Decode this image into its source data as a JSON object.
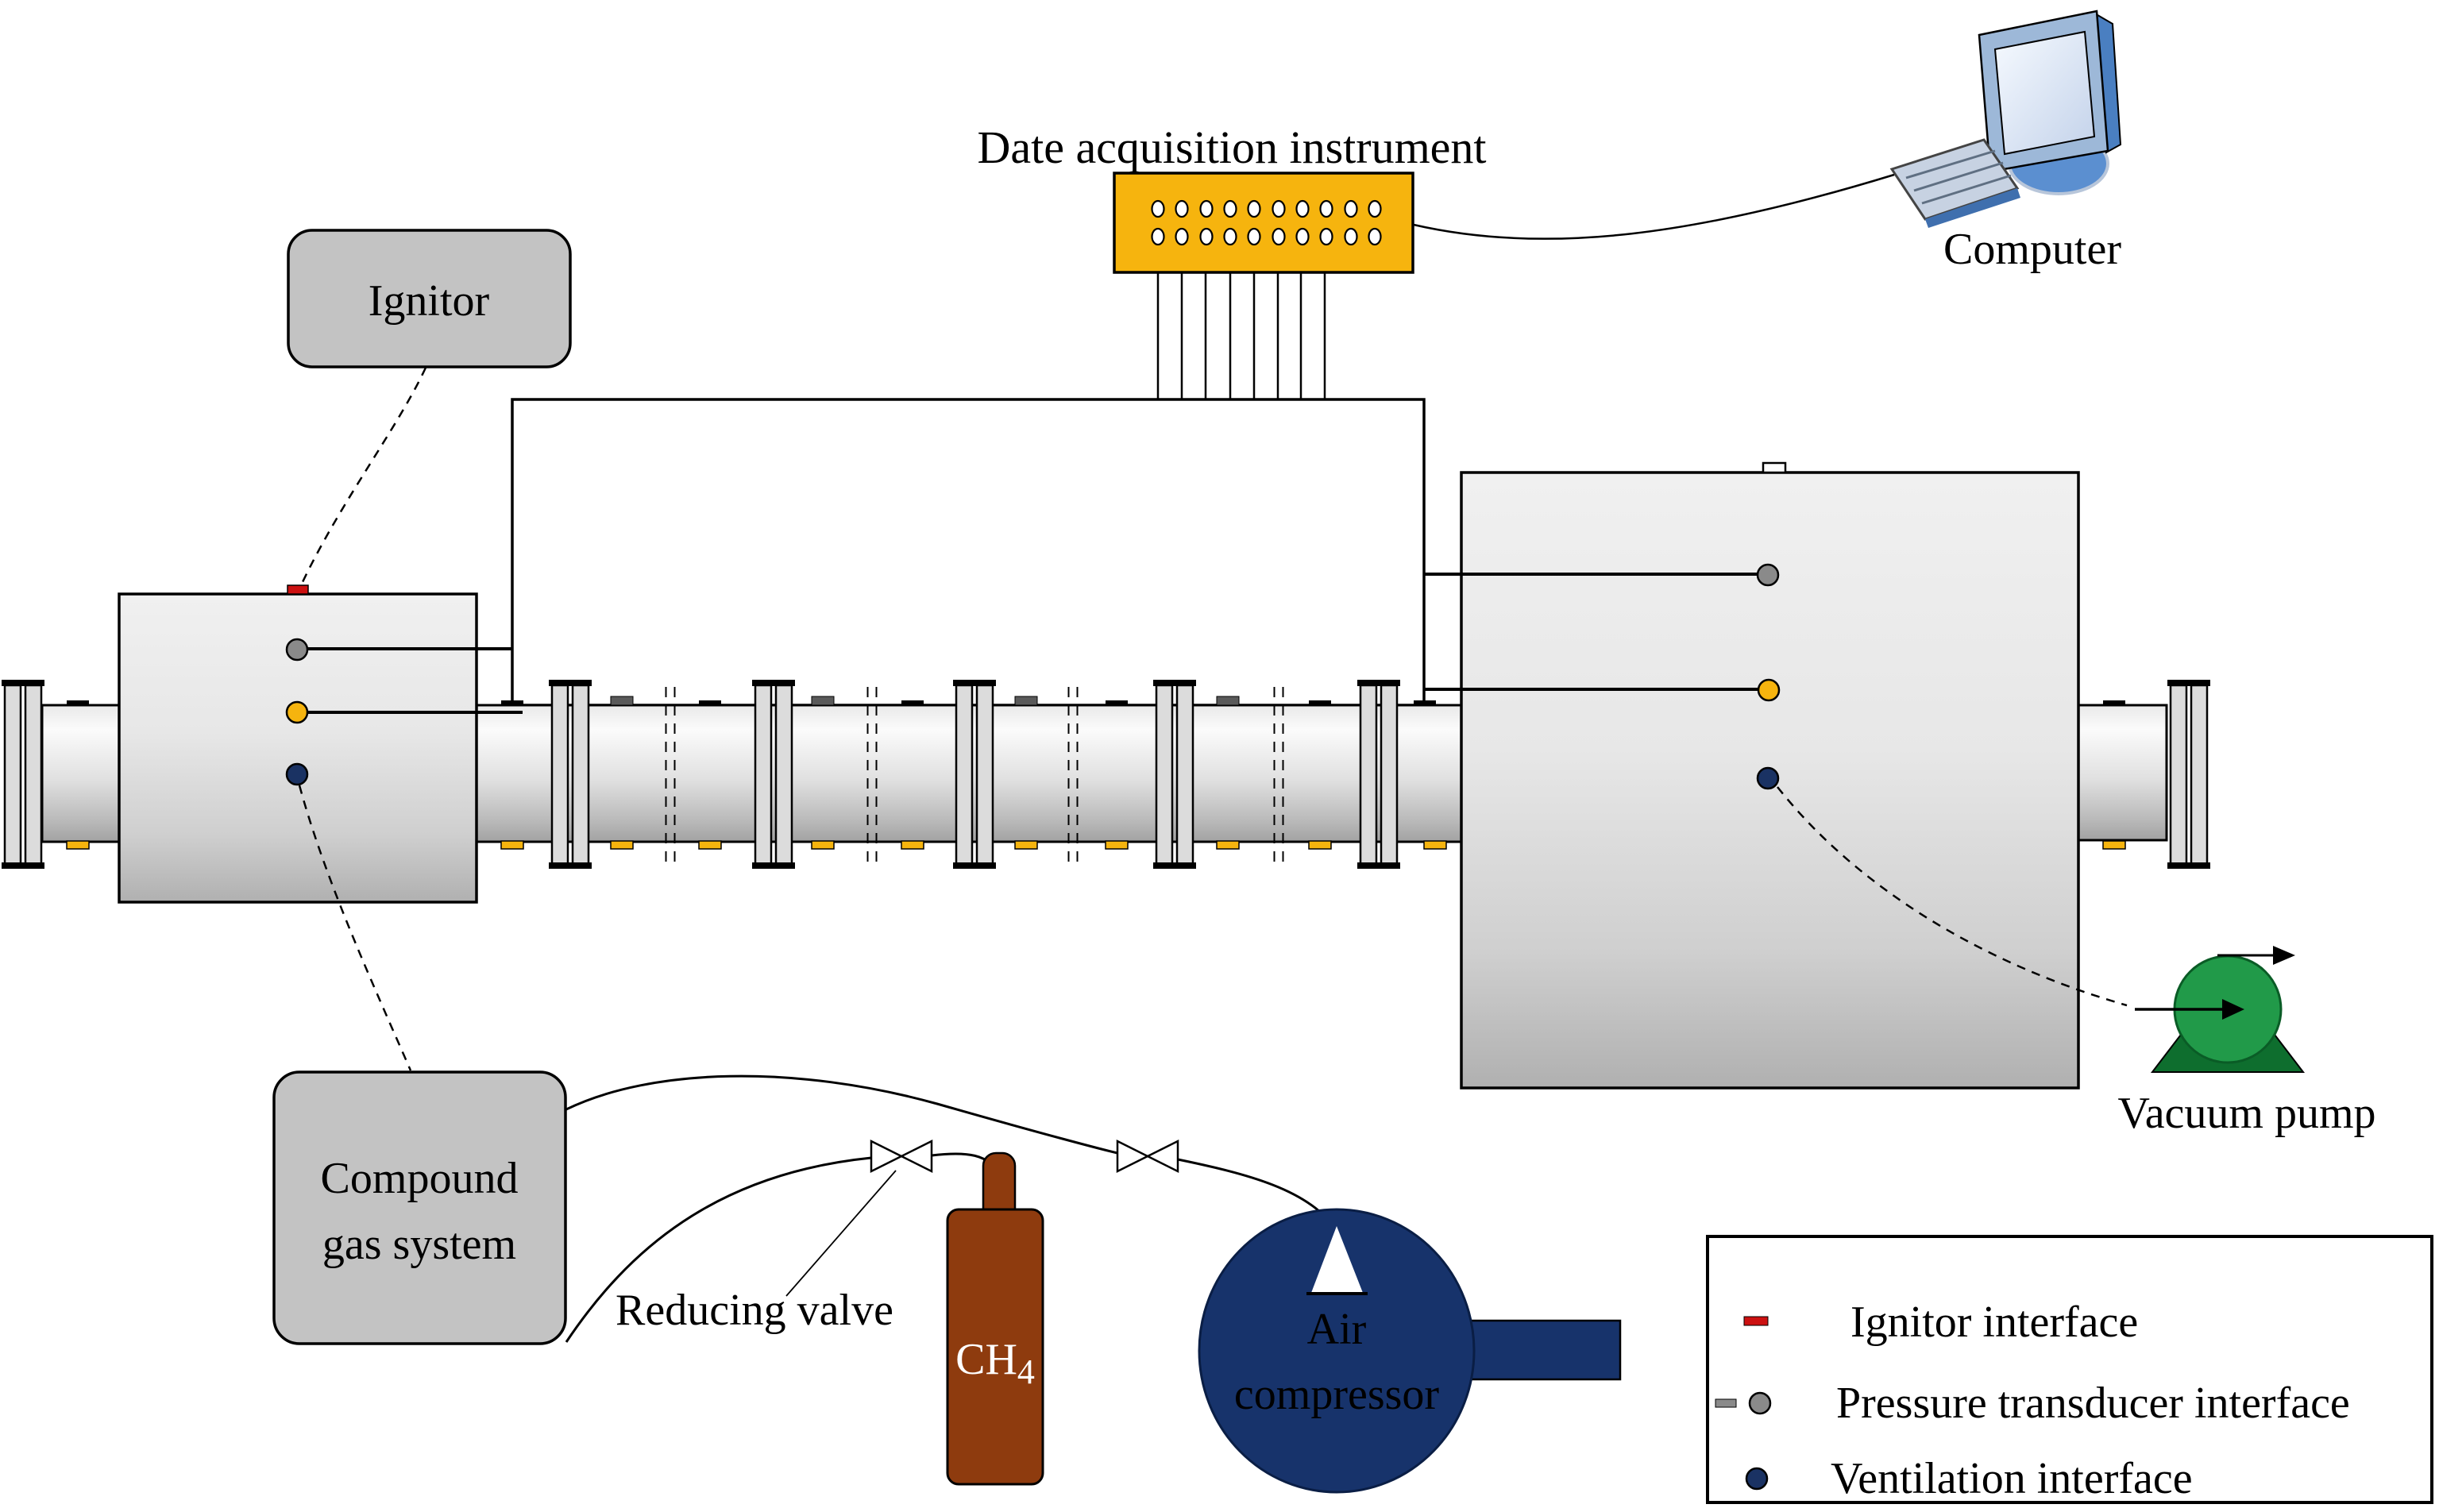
{
  "title": {
    "daq": "Date acquisition instrument"
  },
  "labels": {
    "computer": "Computer",
    "ignitor": "Ignitor",
    "compound_line1": "Compound",
    "compound_line2": "gas system",
    "reducing_valve": "Reducing valve",
    "cylinder_main": "CH",
    "cylinder_sub": "4",
    "compressor_line1": "Air",
    "compressor_line2": "compressor",
    "vacuum_pump": "Vacuum pump"
  },
  "legend": {
    "items": [
      {
        "label": "Ignitor interface",
        "marker": "red-dash",
        "color": "#CC1111"
      },
      {
        "label": "Pressure transducer interface",
        "marker": "gray-dash-and-dot",
        "color": "#8a8a8a"
      },
      {
        "label": "Ventilation interface",
        "marker": "navy-dot",
        "color": "#1A3263"
      }
    ]
  },
  "colors": {
    "daq_yellow": "#F6B40E",
    "ignitor_red": "#CC1111",
    "transducer_gray": "#8a8a8a",
    "ventilation_blue": "#1A3263",
    "pump_green": "#219A49",
    "pump_green_dark": "#0E6E2E",
    "compressor_navy": "#17336B",
    "cylinder_brown": "#8E3B0E",
    "box_gray": "#c3c3c3",
    "monitor_blue": "#9db8d8",
    "base_blue": "#5b8fd0"
  }
}
